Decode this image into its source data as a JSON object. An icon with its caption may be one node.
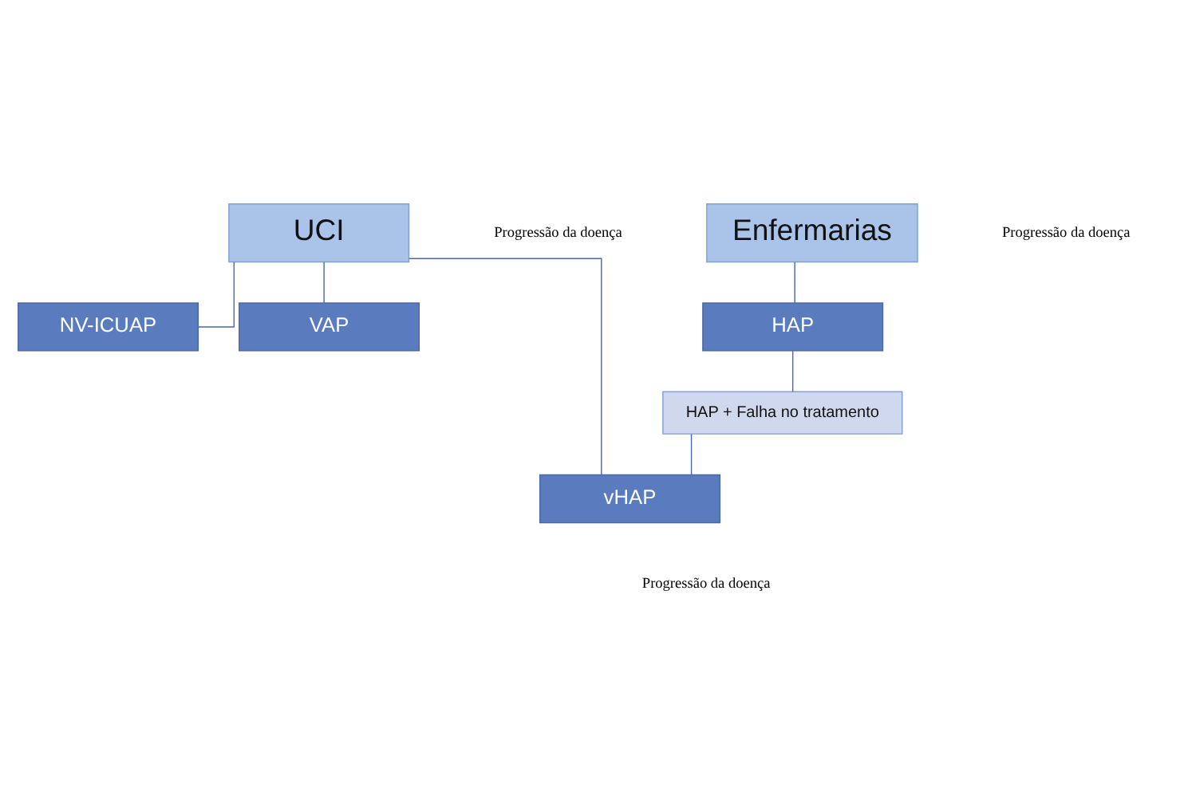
{
  "diagram": {
    "nodes": [
      {
        "text": [
          "Enfermarias"
        ]
      },
      {
        "text": [
          "UCI"
        ]
      },
      {
        "text": [
          "HAP"
        ]
      },
      {
        "text": [
          "NV-ICUAP"
        ]
      },
      {
        "text": [
          "VAP"
        ]
      },
      {
        "text": [
          "HAP + Falha no tratamento"
        ]
      },
      {
        "text": [
          "vHAP"
        ]
      }
    ],
    "edges": [
      {
        "from": 0,
        "to": 2,
        "arrow": "none"
      },
      {
        "from": 2,
        "to": 5,
        "arrow": "none"
      },
      {
        "from": 1,
        "to": 3,
        "arrow": "none"
      },
      {
        "from": 1,
        "to": 4,
        "arrow": "none"
      },
      {
        "from": 1,
        "to": 6,
        "arrow": "none"
      },
      {
        "from": 5,
        "to": 6,
        "arrow": "none"
      }
    ],
    "labels": [
      "Progressão da doença",
      "Progressão da doença",
      "Progressão da doença"
    ]
  }
}
